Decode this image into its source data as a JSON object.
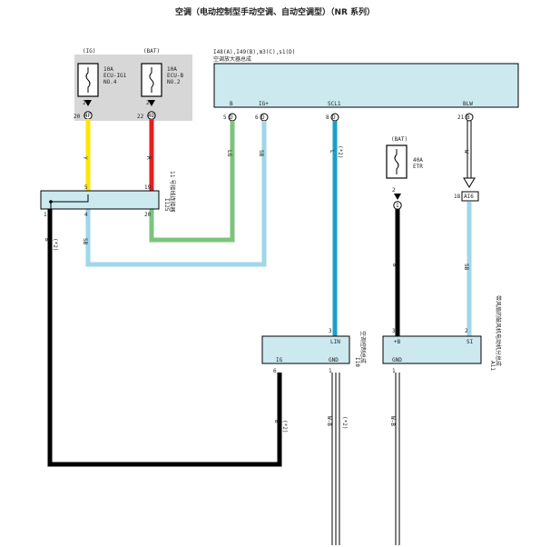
{
  "title": "空调（电动控制型手动空调、自动空调型）（NR 系列）",
  "fuse_box": {
    "fuse_ig": {
      "supply": "(IG)",
      "rating": "10A",
      "name": "ECU-IG1",
      "no": "NO.4",
      "pin": "2",
      "conn_pin": "20",
      "conn": "4F"
    },
    "fuse_bat": {
      "supply": "(BAT)",
      "rating": "10A",
      "name": "ECU-B",
      "no": "NO.2",
      "pin": "2",
      "conn_pin": "22",
      "conn": "4D"
    }
  },
  "amp": {
    "label1": "I48(A),I49(B),m3(C),s1(D)",
    "label2": "空调放大器总成",
    "pins": {
      "b": {
        "no": "5",
        "conn": "D",
        "name": "B"
      },
      "igp": {
        "no": "6",
        "conn": "D",
        "name": "IG+"
      },
      "scl": {
        "no": "8",
        "conn": "D",
        "name": "SCL1"
      },
      "blw": {
        "no": "21",
        "conn": "B",
        "name": "BLW"
      }
    }
  },
  "wires": {
    "yellow": "Y",
    "red": "R",
    "green": "LG",
    "skyblue": "SB",
    "blue_scl": "L",
    "blue_scl_note": "(*2)",
    "black_etr": "B",
    "black_left": "B",
    "black_left_note": "(*2)",
    "ai6_wire": "SB",
    "blw_arrow": "W",
    "black_scl": "B",
    "black_scl_note": "(*2)",
    "lin_gnd": "W-B",
    "lin_gnd_note": "(*2)",
    "lin_gnd2": "W-B"
  },
  "relay": {
    "pins_top": [
      "5",
      "19"
    ],
    "pins_bottom": [
      "1",
      "4",
      "20"
    ],
    "id": "I125",
    "name": "11 号接线连接器"
  },
  "etr_fuse": {
    "supply": "(BAT)",
    "rating": "40A",
    "name": "ETR",
    "pin": "2",
    "conn_pin": "1"
  },
  "ai6": {
    "pin": "18",
    "name": "AI6"
  },
  "lin_box": {
    "pins": [
      "LIN",
      "IG",
      "GND"
    ],
    "pin_nos": [
      "3",
      "6",
      "1"
    ],
    "id": "I10",
    "name": "空调控制总成"
  },
  "blower_box": {
    "pins": [
      "+B",
      "SI",
      "GND"
    ],
    "pin_nos": [
      "3",
      "2",
      "1"
    ],
    "id": "A11",
    "name": "带风扇的鼓风机电动机分总成"
  },
  "colors": {
    "yellow": "#ffe600",
    "red": "#e61e1e",
    "green": "#7cc47c",
    "skyblue": "#9fd6ea",
    "blue": "#1aa0c8",
    "black": "#000000",
    "box_fill": "#cce9f0",
    "fuse_bg": "#d7d7d7"
  }
}
